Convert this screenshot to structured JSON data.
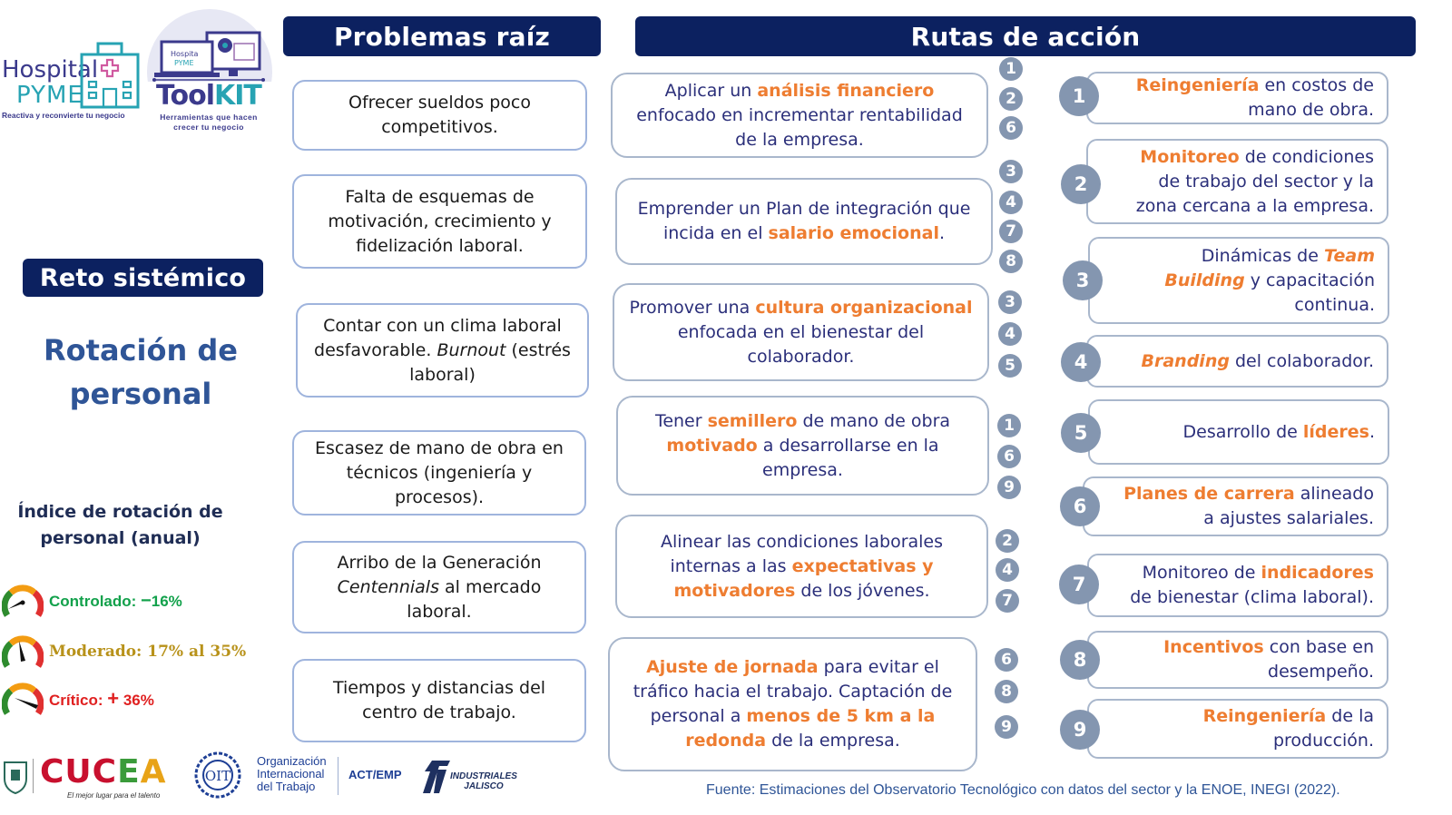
{
  "logos": {
    "hospital_pyme": {
      "line1": "Hospital",
      "line2": "PYME",
      "tagline": "Reactiva y reconvierte tu negocio"
    },
    "toolkit": {
      "word_a": "Tool",
      "word_b": "KIT",
      "tagline_1": "Herramientas que hacen",
      "tagline_2": "crecer tu negocio"
    },
    "cucea": {
      "letters": [
        "C",
        "U",
        "C",
        "E",
        "A"
      ],
      "colors": [
        "#c8102e",
        "#c8102e",
        "#c8102e",
        "#3a9b3a",
        "#e8a317"
      ],
      "tagline": "El mejor lugar para el talento"
    },
    "oit": {
      "emblem": "OIT",
      "line1": "Organización",
      "line2": "Internacional",
      "line3": "del Trabajo",
      "unit": "ACT/EMP"
    },
    "industriales": {
      "line1": "INDUSTRIALES",
      "line2": "JALISCO"
    }
  },
  "left": {
    "reto_header": "Reto sistémico",
    "reto_title_1": "Rotación de",
    "reto_title_2": "personal",
    "indice_1": "Índice de rotación de",
    "indice_2": "personal (anual)",
    "levels": [
      {
        "label": "Controlado: ",
        "sign": "−",
        "value": "16%",
        "color": "#12a14b",
        "needle_angle": -70
      },
      {
        "label": "Moderado: ",
        "sign": "",
        "value": "17% al 35%",
        "color": "#b8921a",
        "needle_angle": -15
      },
      {
        "label": "Crítico: ",
        "sign": "+",
        "value": " 36%",
        "color": "#e02020",
        "needle_angle": 70
      }
    ]
  },
  "problems": {
    "header": "Problemas raíz",
    "items": [
      {
        "text": "Ofrecer sueldos poco competitivos."
      },
      {
        "text": "Falta de esquemas de motivación, crecimiento y fidelización laboral."
      },
      {
        "text_a": "Contar con un clima laboral desfavorable. ",
        "italic": "Burnout",
        "text_b": " (estrés laboral)"
      },
      {
        "text": "Escasez de mano de obra en técnicos (ingeniería y procesos)."
      },
      {
        "text_a": "Arribo de la Generación ",
        "italic": "Centennials",
        "text_b": " al mercado laboral."
      },
      {
        "text": "Tiempos y distancias del centro de trabajo."
      }
    ]
  },
  "routes": {
    "header": "Rutas de acción",
    "items": [
      {
        "parts": [
          [
            "Aplicar un ",
            ""
          ],
          [
            "análisis financiero",
            "hl"
          ],
          [
            " enfocado en incrementar rentabilidad de la empresa.",
            ""
          ]
        ],
        "links": [
          "1",
          "2",
          "6"
        ]
      },
      {
        "parts": [
          [
            "Emprender un Plan de integración que incida en el ",
            ""
          ],
          [
            "salario emocional",
            "hl"
          ],
          [
            ".",
            ""
          ]
        ],
        "links": [
          "3",
          "4",
          "7",
          "8"
        ]
      },
      {
        "parts": [
          [
            "Promover una ",
            ""
          ],
          [
            "cultura organizacional",
            "hl"
          ],
          [
            " enfocada en el bienestar del colaborador.",
            ""
          ]
        ],
        "links": [
          "3",
          "4",
          "5"
        ]
      },
      {
        "parts": [
          [
            "Tener ",
            ""
          ],
          [
            "semillero",
            "hl"
          ],
          [
            " de mano de obra ",
            ""
          ],
          [
            "motivado",
            "hl"
          ],
          [
            " a desarrollarse en la empresa.",
            ""
          ]
        ],
        "links": [
          "1",
          "6",
          "9"
        ]
      },
      {
        "parts": [
          [
            "Alinear las condiciones laborales internas a las ",
            ""
          ],
          [
            "expectativas y motivadores",
            "hl"
          ],
          [
            " de los jóvenes.",
            ""
          ]
        ],
        "links": [
          "2",
          "4",
          "7"
        ]
      },
      {
        "parts": [
          [
            "Ajuste de jornada",
            "hl"
          ],
          [
            " para evitar el tráfico hacia el trabajo. Captación de personal a ",
            ""
          ],
          [
            "menos de 5 km a la redonda",
            "hl"
          ],
          [
            " de la empresa.",
            ""
          ]
        ],
        "links": [
          "6",
          "8",
          "9"
        ]
      }
    ]
  },
  "results": {
    "items": [
      {
        "num": "1",
        "parts": [
          [
            "Reingeniería",
            "hl"
          ],
          [
            " en costos de mano de obra.",
            ""
          ]
        ]
      },
      {
        "num": "2",
        "parts": [
          [
            "Monitoreo",
            "hl"
          ],
          [
            " de condiciones de trabajo del sector y la zona cercana a la empresa.",
            ""
          ]
        ]
      },
      {
        "num": "3",
        "parts": [
          [
            "Dinámicas de ",
            ""
          ],
          [
            "Team Building",
            "hli"
          ],
          [
            " y capacitación continua.",
            ""
          ]
        ]
      },
      {
        "num": "4",
        "parts": [
          [
            "Branding",
            "hli"
          ],
          [
            " del colaborador.",
            ""
          ]
        ]
      },
      {
        "num": "5",
        "parts": [
          [
            "Desarrollo de ",
            ""
          ],
          [
            "líderes",
            "hl"
          ],
          [
            ".",
            ""
          ]
        ]
      },
      {
        "num": "6",
        "parts": [
          [
            "Planes de carrera",
            "hl"
          ],
          [
            " alineado a ajustes salariales.",
            ""
          ]
        ]
      },
      {
        "num": "7",
        "parts": [
          [
            "Monitoreo de ",
            ""
          ],
          [
            "indicadores",
            "hl"
          ],
          [
            " de bienestar (clima laboral).",
            ""
          ]
        ]
      },
      {
        "num": "8",
        "parts": [
          [
            "Incentivos",
            "hl"
          ],
          [
            " con base en desempeño.",
            ""
          ]
        ]
      },
      {
        "num": "9",
        "parts": [
          [
            "Reingeniería",
            "hl"
          ],
          [
            " de la producción.",
            ""
          ]
        ]
      }
    ]
  },
  "footer": {
    "source": "Fuente: Estimaciones del Observatorio Tecnológico  con datos del sector y la ENOE, INEGI (2022)."
  },
  "colors": {
    "navy": "#0c2160",
    "accent_orange": "#ee7d31",
    "badge_gray": "#8496b0",
    "text_navy": "#2b2f7a"
  }
}
